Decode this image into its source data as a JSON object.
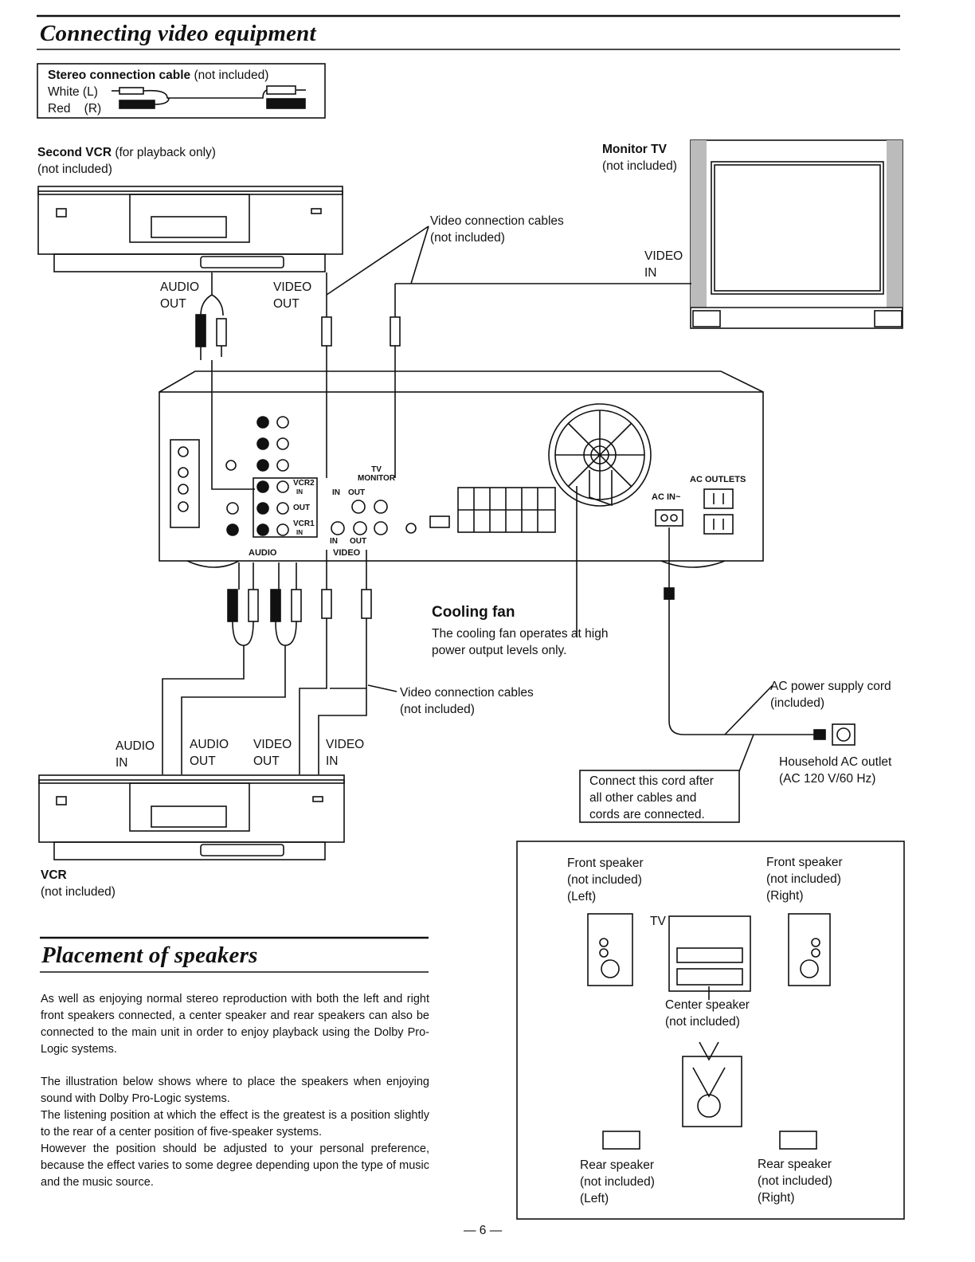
{
  "section1": {
    "title": "Connecting video equipment"
  },
  "cable_box": {
    "title": "Stereo connection cable",
    "title_suffix": "(not included)",
    "white": "White  (L)",
    "red": "Red    (R)"
  },
  "second_vcr": {
    "name": "Second VCR",
    "suffix": "(for playback only)",
    "note": "(not included)",
    "audio_out": [
      "AUDIO",
      "OUT"
    ],
    "video_out": [
      "VIDEO",
      "OUT"
    ]
  },
  "monitor_tv": {
    "name": "Monitor TV",
    "note": "(not included)",
    "video_in": [
      "VIDEO",
      "IN"
    ]
  },
  "video_cables_top": [
    "Video connection cables",
    "(not included)"
  ],
  "receiver": {
    "tv_monitor": [
      "TV",
      "MONITOR"
    ],
    "in": "IN",
    "out": "OUT",
    "vcr2": "VCR2",
    "vcr2_in": "IN",
    "out_jack": "OUT",
    "vcr1": "VCR1",
    "vcr1_in": "IN",
    "audio": "AUDIO",
    "video": "VIDEO",
    "ac_outlets": "AC OUTLETS",
    "ac_in": "AC IN~"
  },
  "cooling_fan": {
    "title": "Cooling fan",
    "lines": [
      "The cooling fan operates at high",
      "power output levels only."
    ]
  },
  "video_cables_mid": [
    "Video connection cables",
    "(not included)"
  ],
  "ac_cord": [
    "AC power supply cord",
    "(included)"
  ],
  "household": [
    "Household AC outlet",
    "(AC 120 V/60 Hz)"
  ],
  "notice": [
    "Connect this cord after",
    "all other cables and",
    "cords are connected."
  ],
  "vcr": {
    "name": "VCR",
    "note": "(not included)",
    "audio_in": [
      "AUDIO",
      "IN"
    ],
    "audio_out": [
      "AUDIO",
      "OUT"
    ],
    "video_out": [
      "VIDEO",
      "OUT"
    ],
    "video_in": [
      "VIDEO",
      "IN"
    ]
  },
  "section2": {
    "title": "Placement of speakers",
    "paragraphs": [
      "As well as enjoying normal stereo reproduction with both the left and right front speakers connected, a center speaker and rear speakers can also be connected to the main unit in order to enjoy playback using the Dolby Pro-Logic systems.",
      "The illustration below shows where to place the speakers when enjoying sound with Dolby Pro-Logic systems.",
      "The listening position at which the effect is the greatest is a position slightly to the rear of a center position of five-speaker systems.",
      "However the position should be adjusted to your personal preference, because the effect varies to some degree depending upon the type of music and the music source."
    ]
  },
  "speakers": {
    "front_left": [
      "Front speaker",
      "(not included)",
      "(Left)"
    ],
    "front_right": [
      "Front speaker",
      "(not included)",
      "(Right)"
    ],
    "tv": "TV",
    "center": [
      "Center speaker",
      "(not included)"
    ],
    "rear_left": [
      "Rear speaker",
      "(not included)",
      "(Left)"
    ],
    "rear_right": [
      "Rear speaker",
      "(not included)",
      "(Right)"
    ]
  },
  "page_number": "— 6 —"
}
